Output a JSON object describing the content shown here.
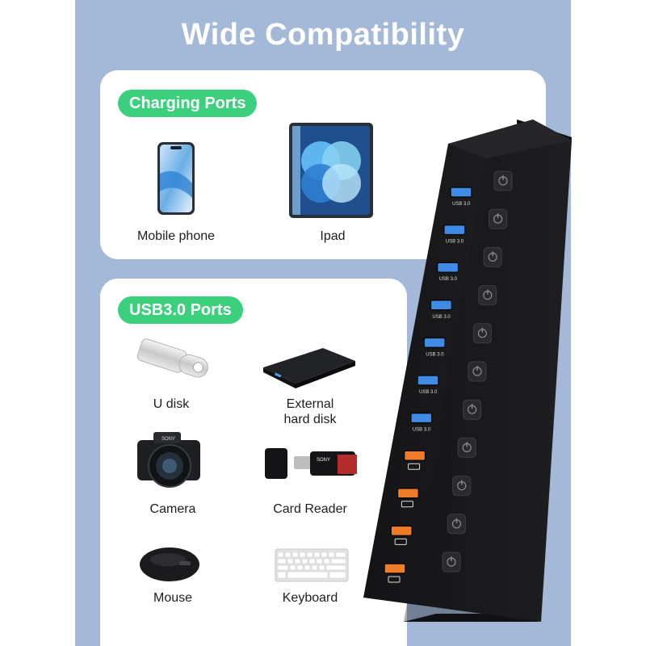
{
  "title": "Wide Compatibility",
  "sections": {
    "charging": {
      "heading": "Charging Ports",
      "devices": [
        "Mobile phone",
        "Ipad"
      ]
    },
    "usb": {
      "heading": "USB3.0 Ports",
      "devices": [
        "U disk",
        "External\nhard disk",
        "Camera",
        "Card Reader",
        "Mouse",
        "Keyboard"
      ]
    }
  },
  "product_labels": {
    "usb_port_label": "USB 3.0",
    "camera_brand": "SONY",
    "card_brand": "SONY"
  },
  "colors": {
    "panel": "#a4b9d8",
    "pill": "#3ccf7d",
    "usb_port": "#3f8be6",
    "charge_port": "#f07c2a",
    "hub_body": "#1b1b1d"
  },
  "icons": [
    "smartphone-icon",
    "tablet-icon",
    "usb-flash-drive-icon",
    "external-hard-disk-icon",
    "camera-icon",
    "card-reader-icon",
    "mouse-icon",
    "keyboard-icon",
    "power-button-icon",
    "lightning-icon"
  ]
}
